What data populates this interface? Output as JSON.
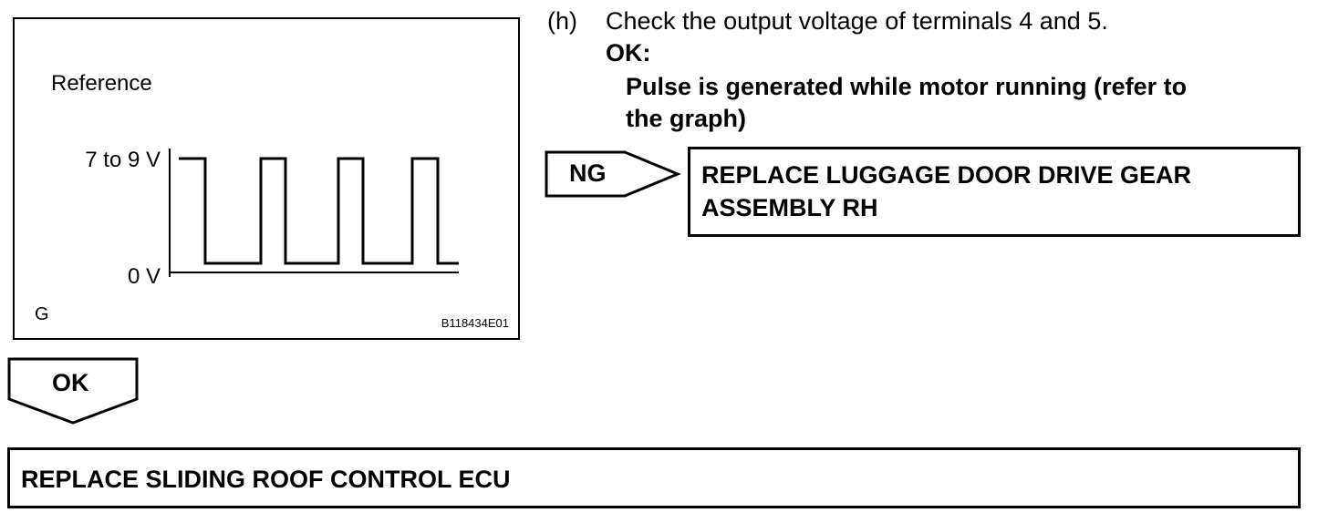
{
  "figure": {
    "label": "Reference",
    "y_high_label": "7 to 9 V",
    "y_low_label": "0 V",
    "corner_mark": "G",
    "figure_id": "B118434E01",
    "waveform": {
      "type": "square-pulse",
      "high": "7 to 9 V",
      "low": "0 V",
      "pulses": 3
    }
  },
  "step": {
    "marker": "(h)",
    "instruction": "Check the output voltage of terminals 4 and 5.",
    "ok_label": "OK:",
    "ok_line1": "Pulse is generated while motor running (refer to",
    "ok_line2": "the graph)"
  },
  "ng_branch": {
    "tag": "NG",
    "action_line1": "REPLACE LUGGAGE DOOR DRIVE GEAR",
    "action_line2": "ASSEMBLY RH"
  },
  "ok_branch": {
    "tag": "OK",
    "action": "REPLACE SLIDING ROOF CONTROL ECU"
  }
}
